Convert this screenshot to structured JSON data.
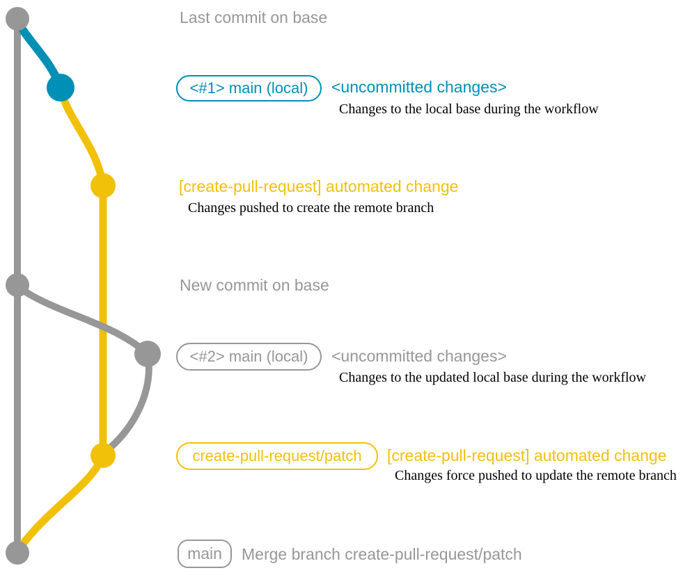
{
  "colors": {
    "base_gray": "#979797",
    "local_blue": "#008fb5",
    "patch_yellow": "#f1c109",
    "caption_black": "#000000",
    "background": "#ffffff"
  },
  "graph": {
    "type": "git-branch-diagram",
    "branches": [
      {
        "name": "base",
        "color": "#979797"
      },
      {
        "name": "main (local)",
        "color": "#008fb5"
      },
      {
        "name": "create-pull-request/patch",
        "color": "#f1c109"
      }
    ]
  },
  "rows": {
    "last_commit": {
      "title": "Last commit on base"
    },
    "local_1": {
      "badge": "<#1> main (local)",
      "label": "<uncommitted changes>",
      "caption": "Changes to the local base during the workflow"
    },
    "patch_1": {
      "label": "[create-pull-request] automated change",
      "caption": "Changes pushed to create the remote branch"
    },
    "new_commit": {
      "title": "New commit on base"
    },
    "local_2": {
      "badge": "<#2> main (local)",
      "label": "<uncommitted changes>",
      "caption": "Changes to the updated local base during the workflow"
    },
    "patch_2": {
      "badge": "create-pull-request/patch",
      "label": "[create-pull-request] automated change",
      "caption": "Changes force pushed to update the remote branch"
    },
    "merge": {
      "badge": "main",
      "label": "Merge branch create-pull-request/patch"
    }
  }
}
